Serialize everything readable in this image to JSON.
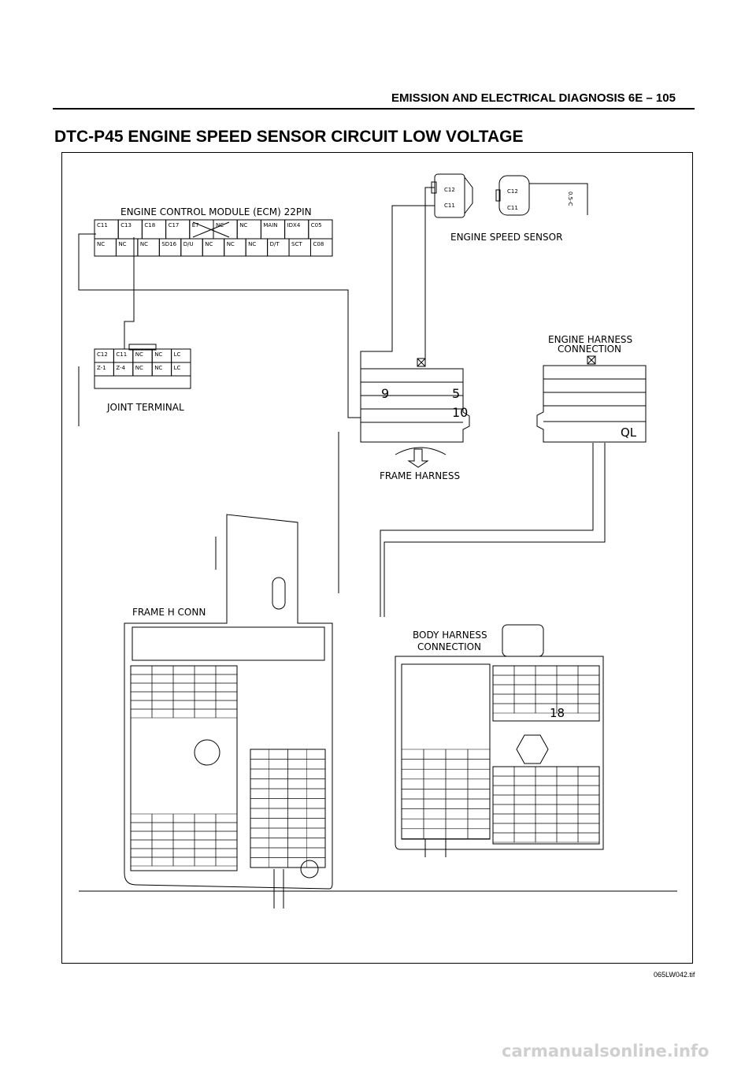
{
  "header": {
    "running_title": "EMISSION AND ELECTRICAL DIAGNOSIS  6E – 105"
  },
  "page_title": "DTC-P45 ENGINE SPEED SENSOR CIRCUIT LOW VOLTAGE",
  "diagram": {
    "ecm_label": "ENGINE CONTROL MODULE (ECM) 22PIN",
    "ecm_row1": [
      "C11",
      "C13",
      "C18",
      "C17",
      "E7",
      "NC",
      "NC",
      "MAIN",
      "IDX4",
      "C05"
    ],
    "ecm_row2": [
      "NC",
      "NC",
      "NC",
      "SD16",
      "D/U",
      "NC",
      "NC",
      "NC",
      "D/T",
      "SCT",
      "C08"
    ],
    "speed_sensor_label": "ENGINE SPEED SENSOR",
    "speed_sensor_pins": [
      "C12",
      "C11"
    ],
    "speed_sensor_wire": "0.5-C",
    "joint_terminal_label": "JOINT TERMINAL",
    "joint_terminal_pins": [
      "C12",
      "C11",
      "NC",
      "NC",
      "LC",
      "Z-1",
      "Z-4",
      "NC",
      "NC",
      "LC"
    ],
    "frame_harness_label": "FRAME HARNESS",
    "frame_pin_numbers": [
      "9",
      "5",
      "10"
    ],
    "engine_harness_label_1": "ENGINE HARNESS",
    "engine_harness_label_2": "CONNECTION",
    "ql_label": "QL",
    "frame_h_conn_label": "FRAME H CONN",
    "body_harness_label_1": "BODY HARNESS",
    "body_harness_label_2": "CONNECTION",
    "body_pin_number": "18"
  },
  "figure_id": "065LW042.tif",
  "watermark": "carmanualsonline.info"
}
